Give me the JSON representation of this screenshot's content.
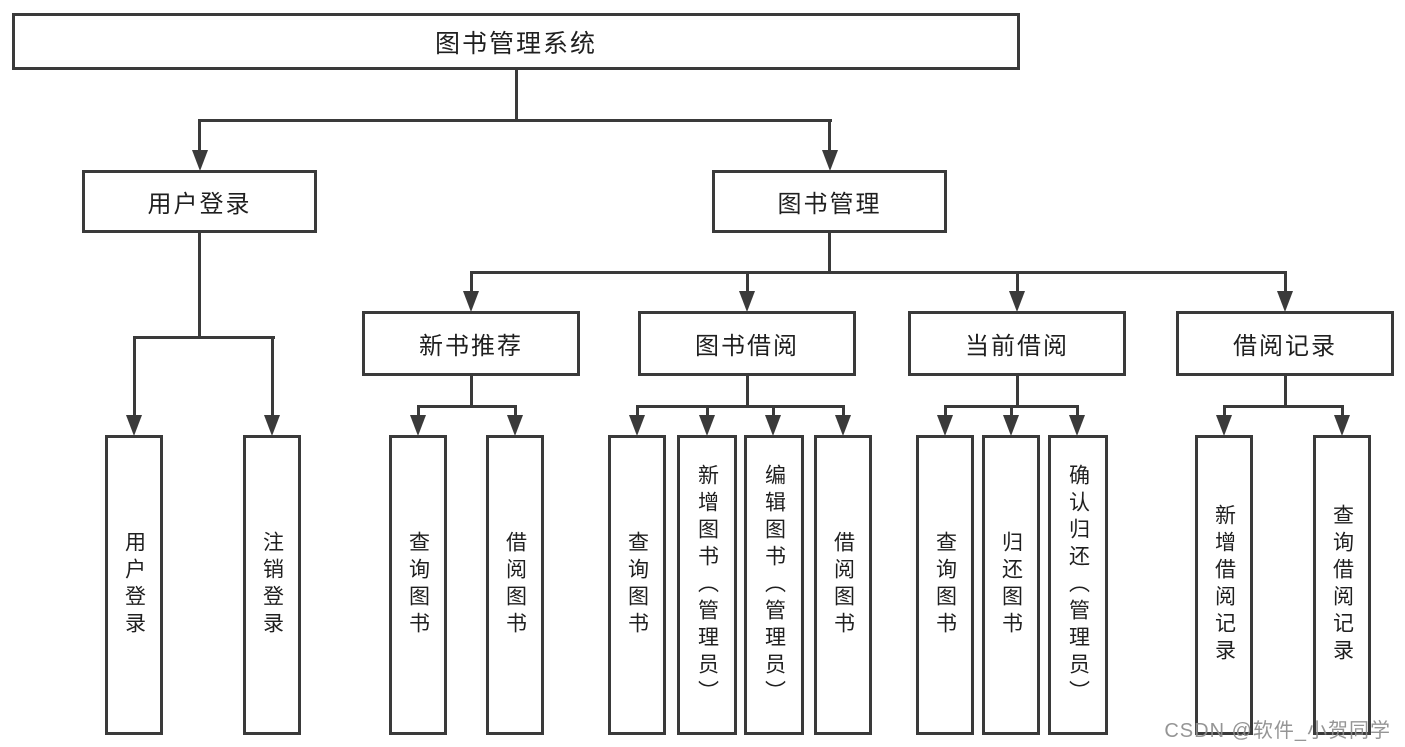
{
  "diagram_title": "图书管理系统",
  "watermark": "CSDN @软件_小贺同学",
  "colors": {
    "line": "#3a3a3a",
    "text": "#1f1f1f",
    "watermark": "#8d8d8d",
    "background": "#ffffff"
  },
  "nodes": {
    "root": "图书管理系统",
    "user_login": "用户登录",
    "book_management": "图书管理",
    "new_book_recommend": "新书推荐",
    "book_borrow": "图书借阅",
    "current_borrow": "当前借阅",
    "borrow_record": "借阅记录",
    "leaf_user_login": "用户登录",
    "leaf_logout": "注销登录",
    "leaf_nbr_query_book": "查询图书",
    "leaf_nbr_borrow_book": "借阅图书",
    "leaf_bb_query_book": "查询图书",
    "leaf_bb_add_book": "新增图书（管理员）",
    "leaf_bb_edit_book": "编辑图书（管理员）",
    "leaf_bb_borrow_book": "借阅图书",
    "leaf_cb_query_book": "查询图书",
    "leaf_cb_return_book": "归还图书",
    "leaf_cb_confirm_return": "确认归还（管理员）",
    "leaf_br_add_record": "新增借阅记录",
    "leaf_br_query_record": "查询借阅记录"
  },
  "hierarchy": {
    "图书管理系统": {
      "用户登录": [
        "用户登录",
        "注销登录"
      ],
      "图书管理": {
        "新书推荐": [
          "查询图书",
          "借阅图书"
        ],
        "图书借阅": [
          "查询图书",
          "新增图书（管理员）",
          "编辑图书（管理员）",
          "借阅图书"
        ],
        "当前借阅": [
          "查询图书",
          "归还图书",
          "确认归还（管理员）"
        ],
        "借阅记录": [
          "新增借阅记录",
          "查询借阅记录"
        ]
      }
    }
  }
}
